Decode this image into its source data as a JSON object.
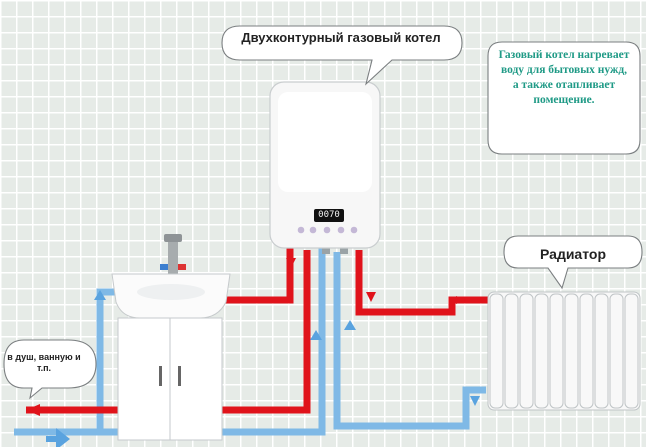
{
  "callouts": {
    "boiler": "Двухконтурный газовый котел",
    "radiator": "Радиатор",
    "outlet": "в душ, ванную и т.п."
  },
  "note": "Газовый котел нагревает воду для бытовых нужд, а также отапливает помещение.",
  "boiler_display": "0070",
  "colors": {
    "hot_pipe": "#e0131b",
    "cold_pipe": "#7fb9e6",
    "note_text": "#1f9a86",
    "wall_tile": "#e6ebe7"
  },
  "icons": [
    "red-flow-arrow",
    "blue-flow-arrow"
  ]
}
